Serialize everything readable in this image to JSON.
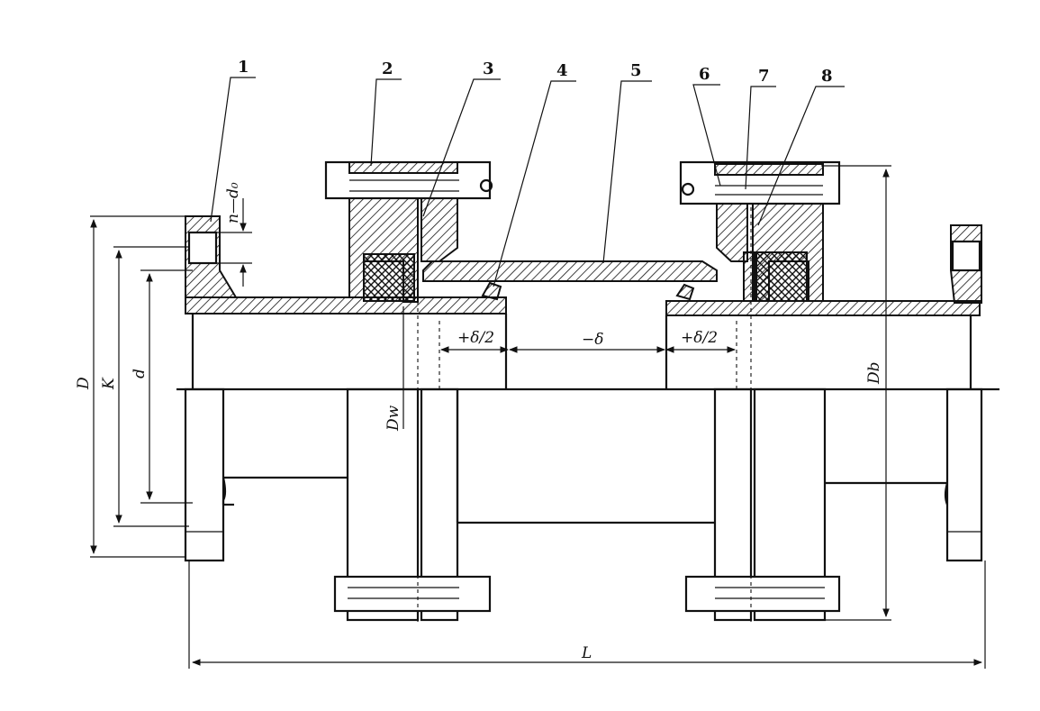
{
  "part_labels": [
    "1",
    "2",
    "3",
    "4",
    "5",
    "6",
    "7",
    "8"
  ],
  "dimensions": {
    "D": "D",
    "K": "K",
    "d": "d",
    "n_d0": "n—d₀",
    "Dw": "Dw",
    "Db": "Db",
    "L": "L",
    "plus_delta_half_left": "+δ/2",
    "minus_delta": "−δ",
    "plus_delta_half_right": "+δ/2"
  }
}
